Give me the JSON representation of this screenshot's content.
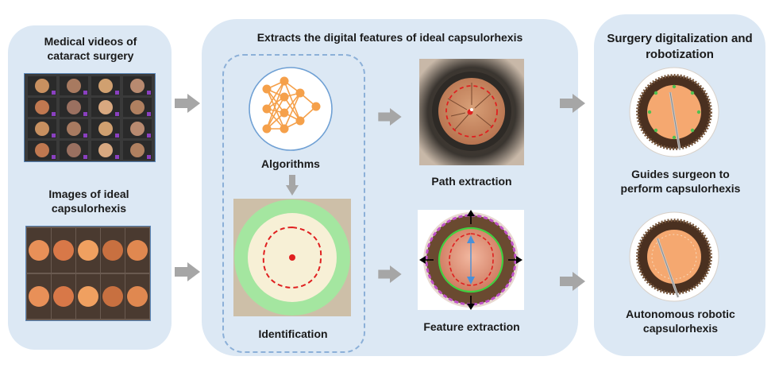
{
  "left_panel": {
    "videos_title": "Medical videos of cataract surgery",
    "images_title": "Images of ideal capsulorhexis"
  },
  "middle_panel": {
    "title": "Extracts the digital features of ideal capsulorhexis",
    "algorithms_label": "Algorithms",
    "identification_label": "Identification",
    "path_label": "Path extraction",
    "feature_label": "Feature extraction"
  },
  "right_panel": {
    "title": "Surgery digitalization and robotization",
    "guide_label": "Guides surgeon to perform capsulorhexis",
    "autonomous_label": "Autonomous robotic capsulorhexis"
  },
  "colors": {
    "panel_bg": "#dce8f4",
    "arrow": "#a6a6a6",
    "node_orange": "#f5a04a",
    "identification_green": "#a4e6a0",
    "identification_inner": "#f7f0d6",
    "dashed_red": "#e02020",
    "frame_blue": "#5a86b8"
  }
}
